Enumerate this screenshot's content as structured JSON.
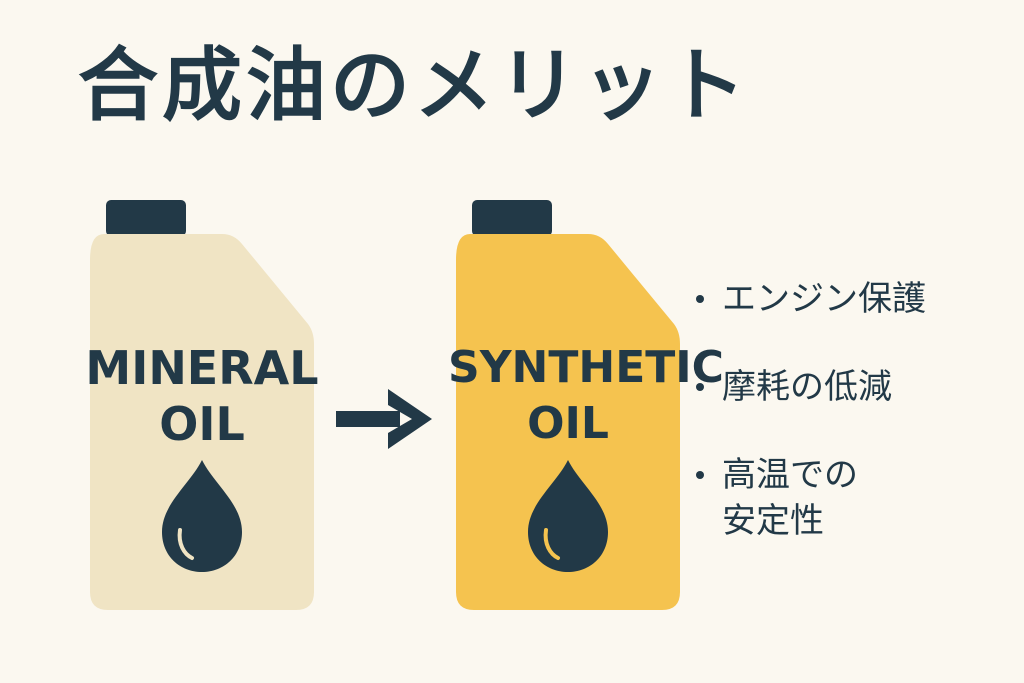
{
  "title": "合成油のメリット",
  "mineral": {
    "line1": "MINERAL",
    "line2": "OIL",
    "color": "#f0e4c4",
    "icon": "oil-drop-icon"
  },
  "synthetic": {
    "line1": "SYNTHETIC",
    "line2": "OIL",
    "color": "#f5c34f",
    "icon": "oil-drop-icon"
  },
  "arrow_icon": "arrow-right-icon",
  "benefits": [
    {
      "lines": [
        "エンジン保護"
      ]
    },
    {
      "lines": [
        "摩耗の低減"
      ]
    },
    {
      "lines": [
        "高温での",
        "安定性"
      ]
    }
  ],
  "colors": {
    "background": "#fbf8f0",
    "ink": "#223947",
    "cap": "#223947"
  }
}
